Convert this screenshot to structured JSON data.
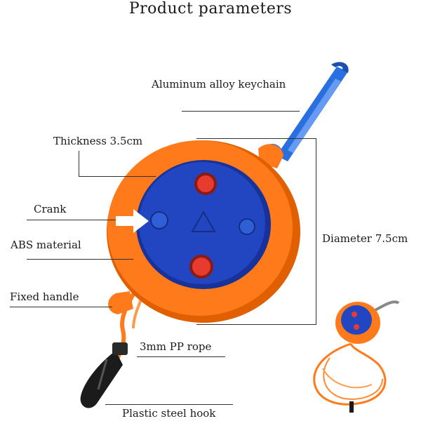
{
  "title": "Product parameters",
  "labels": {
    "keychain": "Aluminum alloy keychain",
    "thickness": "Thickness 3.5cm",
    "crank": "Crank",
    "abs": "ABS material",
    "diameter": "Diameter 7.5cm",
    "handle": "Fixed handle",
    "rope": "3mm PP rope",
    "hook": "Plastic steel hook"
  },
  "colors": {
    "orange": "#ff7a1a",
    "orange_dark": "#e05f00",
    "blue": "#1f3fae",
    "blue_light": "#2f5fd6",
    "carabiner": "#2a6fe0",
    "rope_red": "#e63b2e",
    "hook_black": "#1b1b1b"
  }
}
